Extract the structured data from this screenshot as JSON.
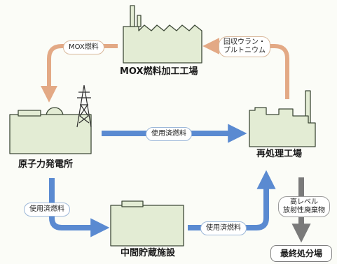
{
  "facilities": {
    "mox_plant": "MOX燃料加工工場",
    "nuclear_plant": "原子力発電所",
    "reprocessing_plant": "再処理工場",
    "interim_storage": "中間貯蔵施設",
    "final_disposal": "最終処分場"
  },
  "flows": {
    "mox_fuel": "MOX燃料",
    "recovered_uranium_plutonium": [
      "回収ウラン・",
      "プルトニウム"
    ],
    "spent_fuel_to_reprocessing": "使用済燃料",
    "spent_fuel_to_storage": "使用済燃料",
    "spent_fuel_storage_to_reprocessing": "使用済燃料",
    "high_level_waste": [
      "高レベル",
      "放射性廃棄物"
    ]
  },
  "colors": {
    "background": "#fbfcf7",
    "building_fill": "#e3ecd4",
    "building_stroke": "#3e4a38",
    "orange_arrow": "#e3a985",
    "blue_arrow": "#5a8ad1",
    "grey_arrow": "#7a7a7a"
  }
}
